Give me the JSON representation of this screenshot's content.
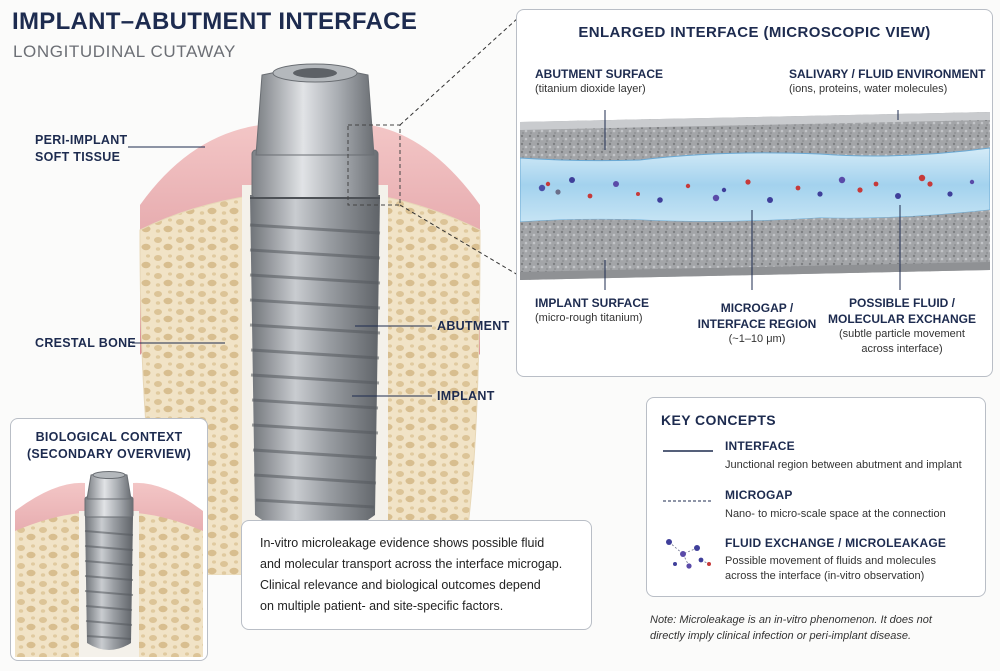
{
  "header": {
    "title": "IMPLANT–ABUTMENT INTERFACE",
    "subtitle": "LONGITUDINAL CUTAWAY"
  },
  "main_labels": {
    "soft_tissue": [
      "PERI-IMPLANT",
      "SOFT TISSUE"
    ],
    "crestal_bone": "CRESTAL BONE",
    "abutment": "ABUTMENT",
    "implant": "IMPLANT"
  },
  "bio_context": {
    "title": [
      "BIOLOGICAL CONTEXT",
      "(SECONDARY OVERVIEW)"
    ]
  },
  "evidence_box": {
    "lines": [
      "In-vitro microleakage evidence shows possible fluid",
      "and molecular transport across the interface microgap.",
      "Clinical relevance and biological outcomes depend",
      "on multiple patient- and site-specific factors."
    ]
  },
  "enlarged": {
    "title": "ENLARGED INTERFACE (MICROSCOPIC VIEW)",
    "abutment_surface": {
      "label": "ABUTMENT SURFACE",
      "sub": "(titanium dioxide layer)"
    },
    "salivary": {
      "label": "SALIVARY / FLUID ENVIRONMENT",
      "sub": "(ions, proteins, water molecules)"
    },
    "implant_surface": {
      "label": "IMPLANT SURFACE",
      "sub": "(micro-rough titanium)"
    },
    "microgap": {
      "label": [
        "MICROGAP /",
        "INTERFACE REGION"
      ],
      "sub": "(~1–10 μm)"
    },
    "exchange": {
      "label": [
        "POSSIBLE FLUID /",
        "MOLECULAR EXCHANGE"
      ],
      "sub": [
        "(subtle particle movement",
        "across interface)"
      ]
    }
  },
  "key_concepts": {
    "title": "KEY CONCEPTS",
    "items": [
      {
        "icon": "solid-line-icon",
        "title": "INTERFACE",
        "desc": [
          "Junctional region between abutment and implant"
        ]
      },
      {
        "icon": "dashed-line-icon",
        "title": "MICROGAP",
        "desc": [
          "Nano- to micro-scale space at the connection"
        ]
      },
      {
        "icon": "particles-icon",
        "title": "FLUID EXCHANGE / MICROLEAKAGE",
        "desc": [
          "Possible movement of fluids and molecules",
          "across the interface (in-vitro observation)"
        ]
      }
    ]
  },
  "note": {
    "lines": [
      "Note: Microleakage is an in-vitro phenomenon. It does not",
      "directly imply clinical infection or peri-implant disease."
    ]
  },
  "colors": {
    "navy": "#1d2b4f",
    "gum": "#e7a9ae",
    "bone": "#efe0c3",
    "titanium": "#8d9197",
    "fluid": "#a9d5ef"
  }
}
